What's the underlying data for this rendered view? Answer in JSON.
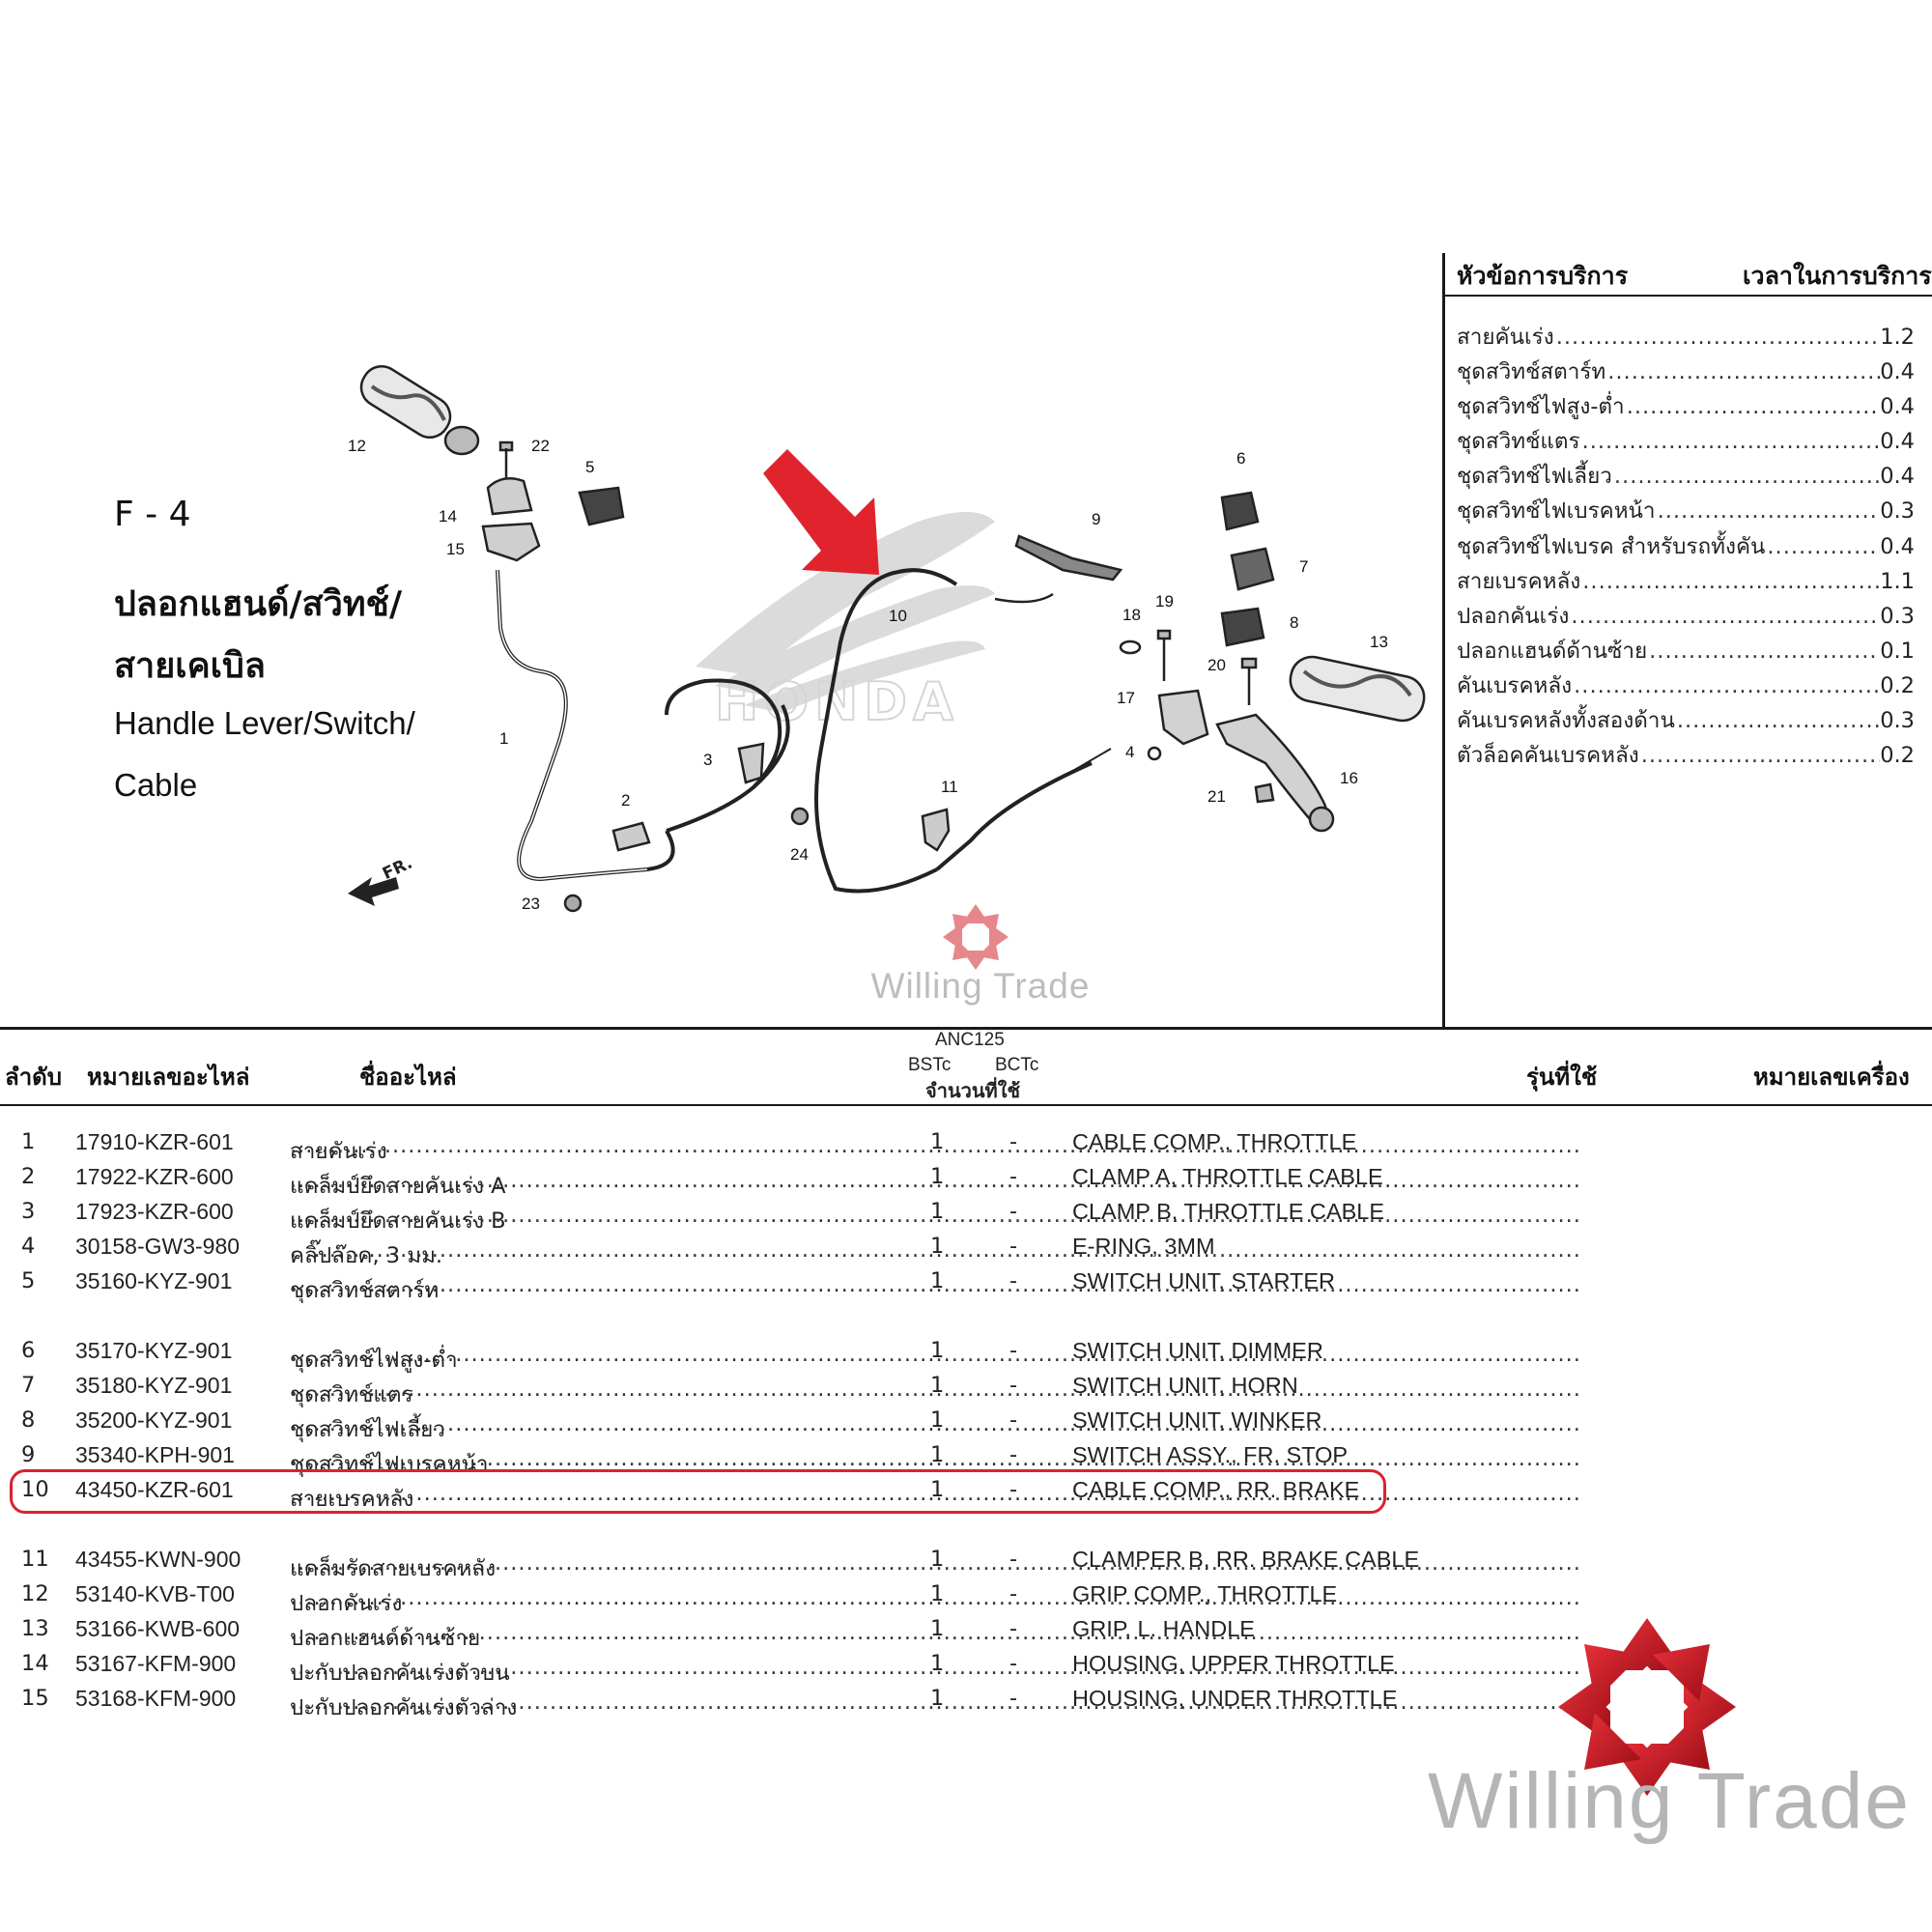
{
  "service_panel": {
    "header_left": "หัวข้อการบริการ",
    "header_right": "เวลาในการบริการ",
    "items": [
      {
        "name": "สายคันเร่ง",
        "time": "1.2"
      },
      {
        "name": "ชุดสวิทช์สตาร์ท",
        "time": "0.4"
      },
      {
        "name": "ชุดสวิทช์ไฟสูง-ต่ำ",
        "time": "0.4"
      },
      {
        "name": "ชุดสวิทช์แตร",
        "time": "0.4"
      },
      {
        "name": "ชุดสวิทช์ไฟเลี้ยว",
        "time": "0.4"
      },
      {
        "name": "ชุดสวิทช์ไฟเบรคหน้า",
        "time": "0.3"
      },
      {
        "name": "ชุดสวิทช์ไฟเบรค สำหรับรถทั้งคัน",
        "time": "0.4"
      },
      {
        "name": "สายเบรคหลัง",
        "time": "1.1"
      },
      {
        "name": "ปลอกคันเร่ง",
        "time": "0.3"
      },
      {
        "name": "ปลอกแฮนด์ด้านซ้าย",
        "time": "0.1"
      },
      {
        "name": "คันเบรคหลัง",
        "time": "0.2"
      },
      {
        "name": "คันเบรคหลังทั้งสองด้าน",
        "time": "0.3"
      },
      {
        "name": "ตัวล็อคคันเบรคหลัง",
        "time": "0.2"
      }
    ]
  },
  "section": {
    "code": "F - 4",
    "title_th_1": "ปลอกแฮนด์/สวิทช์/",
    "title_th_2": "สายเคเบิล",
    "title_en_1": "Handle Lever/Switch/",
    "title_en_2": "Cable"
  },
  "diagram": {
    "brand_watermark": "HONDA",
    "front_marker": "FR.",
    "callouts": [
      "1",
      "2",
      "3",
      "4",
      "5",
      "6",
      "7",
      "8",
      "9",
      "10",
      "11",
      "12",
      "13",
      "14",
      "15",
      "16",
      "17",
      "18",
      "19",
      "20",
      "21",
      "22",
      "23",
      "24"
    ]
  },
  "table": {
    "headers": {
      "no": "ลำดับ",
      "part_no": "หมายเลขอะไหล่",
      "name": "ชื่ออะไหล่",
      "model": "ANC125",
      "variant_1": "BSTc",
      "variant_2": "BCTc",
      "qty": "จำนวนที่ใช้",
      "models_used": "รุ่นที่ใช้",
      "engine_no": "หมายเลขเครื่อง"
    },
    "rows": [
      {
        "no": "1",
        "part": "17910-KZR-601",
        "th": "สายคันเร่ง",
        "q1": "1",
        "q2": "-",
        "en": "CABLE COMP., THROTTLE"
      },
      {
        "no": "2",
        "part": "17922-KZR-600",
        "th": "แคล็มป์ยึดสายคันเร่ง A",
        "q1": "1",
        "q2": "-",
        "en": "CLAMP A, THROTTLE CABLE"
      },
      {
        "no": "3",
        "part": "17923-KZR-600",
        "th": "แคล็มป์ยึดสายคันเร่ง B",
        "q1": "1",
        "q2": "-",
        "en": "CLAMP B, THROTTLE CABLE"
      },
      {
        "no": "4",
        "part": "30158-GW3-980",
        "th": "คลิ๊ปล๊อค, 3 มม.",
        "q1": "1",
        "q2": "-",
        "en": "E-RING, 3MM"
      },
      {
        "no": "5",
        "part": "35160-KYZ-901",
        "th": "ชุดสวิทช์สตาร์ท",
        "q1": "1",
        "q2": "-",
        "en": "SWITCH UNIT, STARTER"
      },
      {
        "no": "6",
        "part": "35170-KYZ-901",
        "th": "ชุดสวิทช์ไฟสูง-ต่ำ",
        "q1": "1",
        "q2": "-",
        "en": "SWITCH UNIT, DIMMER"
      },
      {
        "no": "7",
        "part": "35180-KYZ-901",
        "th": "ชุดสวิทช์แตร",
        "q1": "1",
        "q2": "-",
        "en": "SWITCH UNIT, HORN"
      },
      {
        "no": "8",
        "part": "35200-KYZ-901",
        "th": "ชุดสวิทช์ไฟเลี้ยว",
        "q1": "1",
        "q2": "-",
        "en": "SWITCH UNIT, WINKER"
      },
      {
        "no": "9",
        "part": "35340-KPH-901",
        "th": "ชุดสวิทช์ไฟเบรคหน้า",
        "q1": "1",
        "q2": "-",
        "en": "SWITCH ASSY., FR. STOP"
      },
      {
        "no": "10",
        "part": "43450-KZR-601",
        "th": "สายเบรคหลัง",
        "q1": "1",
        "q2": "-",
        "en": "CABLE COMP., RR. BRAKE"
      },
      {
        "no": "11",
        "part": "43455-KWN-900",
        "th": "แคล็มรัดสายเบรคหลัง",
        "q1": "1",
        "q2": "-",
        "en": "CLAMPER B, RR. BRAKE CABLE"
      },
      {
        "no": "12",
        "part": "53140-KVB-T00",
        "th": "ปลอกคันเร่ง",
        "q1": "1",
        "q2": "-",
        "en": "GRIP COMP., THROTTLE"
      },
      {
        "no": "13",
        "part": "53166-KWB-600",
        "th": "ปลอกแฮนด์ด้านซ้าย",
        "q1": "1",
        "q2": "-",
        "en": "GRIP, L. HANDLE"
      },
      {
        "no": "14",
        "part": "53167-KFM-900",
        "th": "ปะกับปลอกคันเร่งตัวบน",
        "q1": "1",
        "q2": "-",
        "en": "HOUSING, UPPER THROTTLE"
      },
      {
        "no": "15",
        "part": "53168-KFM-900",
        "th": "ปะกับปลอกคันเร่งตัวล่าง",
        "q1": "1",
        "q2": "-",
        "en": "HOUSING, UNDER THROTTLE"
      }
    ]
  },
  "watermark": {
    "text": "Willing Trade",
    "color": "#d9232d"
  }
}
